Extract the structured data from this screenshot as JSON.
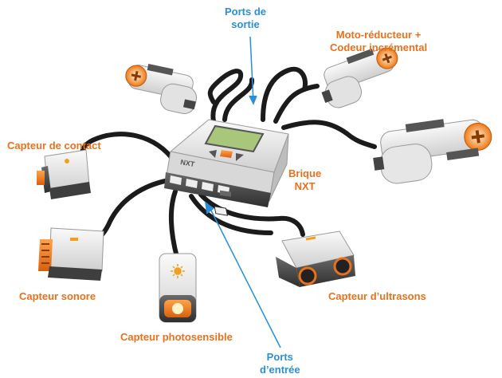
{
  "colors": {
    "component_label": "#e8711c",
    "port_label": "#2a8fd6",
    "cable": "#1a1a1a",
    "casing_light": "#ececec",
    "casing_dark": "#4a4a4a",
    "accent_orange": "#f07b1a",
    "screen": "#a9c77a"
  },
  "labels": {
    "ports_out": "Ports de\nsortie",
    "motor_encoder": "Moto-réducteur +\nCodeur incrémental",
    "contact_sensor": "Capteur de contact",
    "brick": "Brique\nNXT",
    "sound_sensor": "Capteur sonore",
    "ultrasonic_sensor": "Capteur d’ultrasons",
    "light_sensor": "Capteur photosensible",
    "ports_in": "Ports\nd’entrée"
  },
  "icons": {
    "brick": "nxt-brick-icon",
    "motor": "servo-motor-icon",
    "touch": "touch-sensor-icon",
    "sound": "sound-sensor-icon",
    "light": "light-sensor-icon",
    "ultrasonic": "ultrasonic-sensor-icon"
  }
}
